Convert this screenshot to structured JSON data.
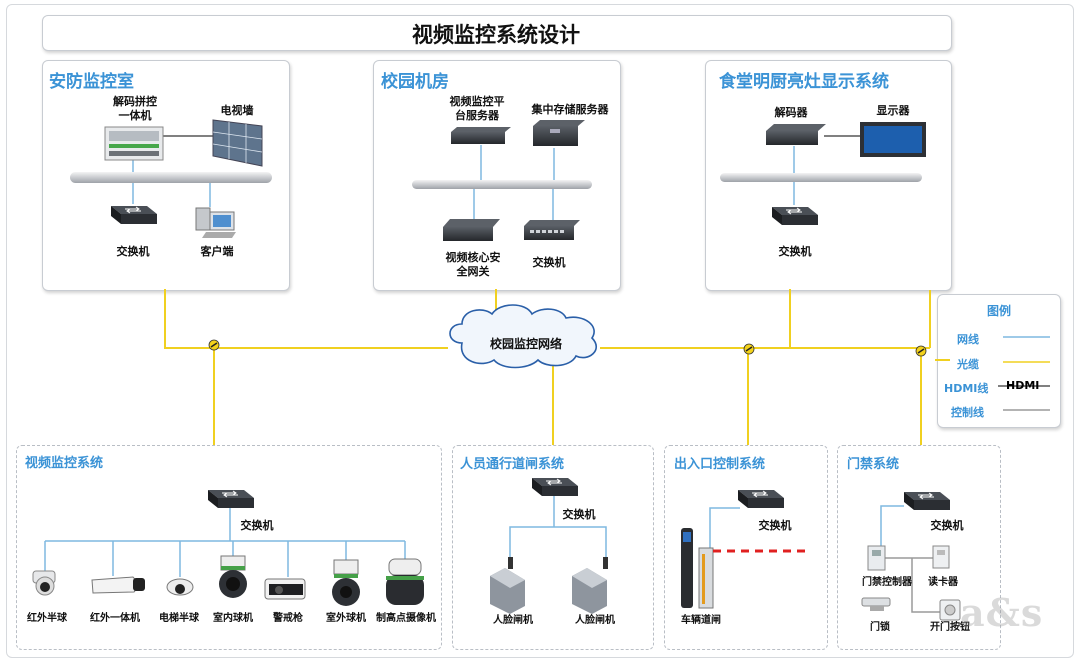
{
  "title": "视频监控系统设计",
  "colors": {
    "network": "#7fb9e0",
    "fiber": "#f0d020",
    "hdmi": "#000000",
    "control": "#9a9a9a",
    "accent": "#3b93d6"
  },
  "security_room": {
    "title": "安防监控室",
    "decoder": "解码拼控\n一体机",
    "tv_wall": "电视墙",
    "switch": "交换机",
    "client": "客户端"
  },
  "campus_room": {
    "title": "校园机房",
    "platform_server": "视频监控平\n台服务器",
    "storage_server": "集中存储服务器",
    "gateway": "视频核心安\n全网关",
    "switch": "交换机"
  },
  "canteen": {
    "title": "食堂明厨亮灶显示系统",
    "decoder": "解码器",
    "display": "显示器",
    "switch": "交换机"
  },
  "cloud": {
    "label": "校园监控网络"
  },
  "legend": {
    "title": "图例",
    "items": [
      {
        "name": "网线",
        "style": "network"
      },
      {
        "name": "光缆",
        "style": "fiber"
      },
      {
        "name": "HDMI线",
        "style": "hdmi",
        "tag": "HDMI"
      },
      {
        "name": "控制线",
        "style": "control"
      }
    ]
  },
  "video_system": {
    "title": "视频监控系统",
    "switch": "交换机",
    "cameras": [
      "红外半球",
      "红外一体机",
      "电梯半球",
      "室内球机",
      "警戒枪",
      "室外球机",
      "制高点摄像机"
    ]
  },
  "gate_system": {
    "title": "人员通行道闸系统",
    "switch": "交换机",
    "gates": [
      "人脸闸机",
      "人脸闸机"
    ]
  },
  "entrance_system": {
    "title": "出入口控制系统",
    "switch": "交换机",
    "barrier": "车辆道闸"
  },
  "access_system": {
    "title": "门禁系统",
    "switch": "交换机",
    "controller": "门禁控制器",
    "reader": "读卡器",
    "lock": "门锁",
    "button": "开门按钮"
  },
  "watermark": "a&s"
}
